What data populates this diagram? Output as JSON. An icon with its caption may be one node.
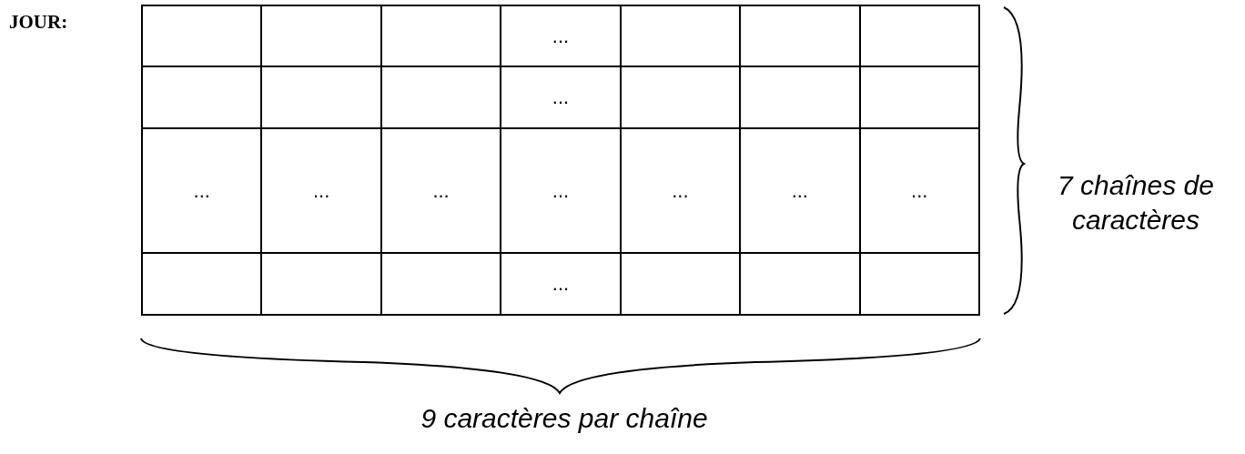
{
  "diagram": {
    "labels": [
      "JOUR:",
      "...",
      "...",
      "...",
      "...",
      "...",
      "...",
      "...",
      "...",
      "...",
      "...",
      "7 chaînes de caractères",
      "9 caractères par chaîne"
    ]
  }
}
